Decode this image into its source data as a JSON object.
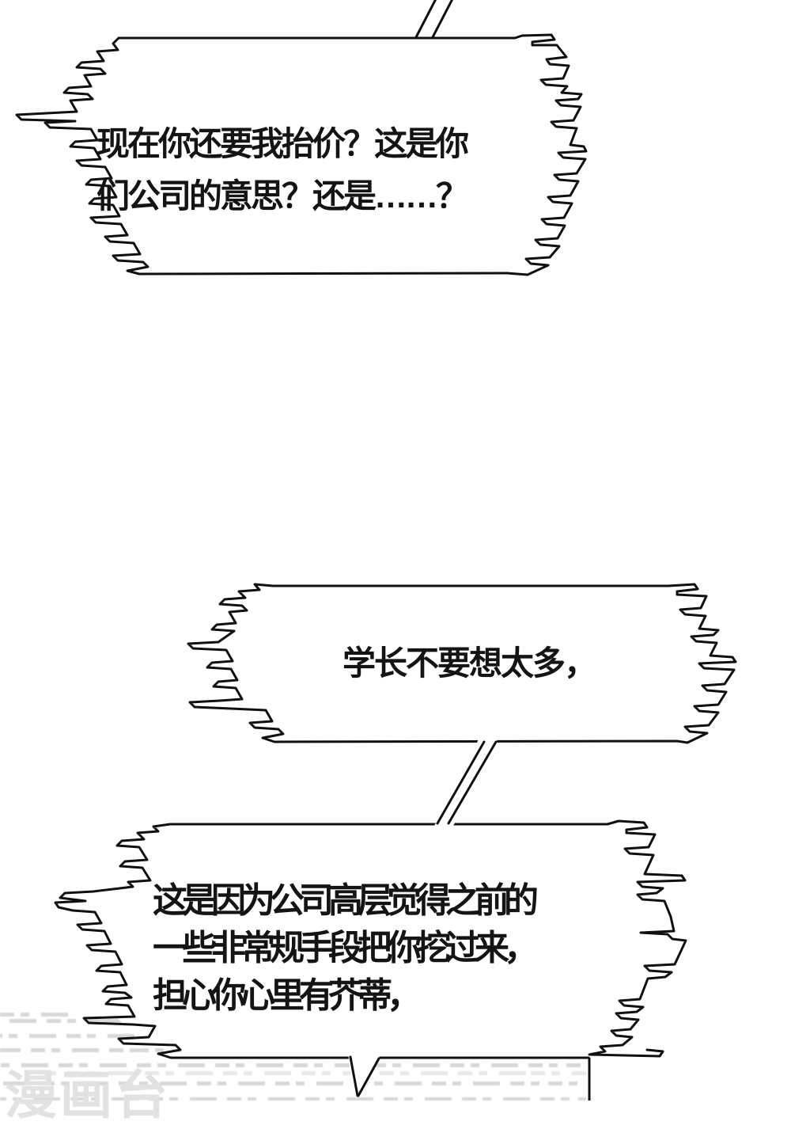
{
  "page": {
    "kind": "comic-page",
    "background_color": "#ffffff",
    "line_color": "#101010",
    "text_color": "#141414"
  },
  "bubbles": [
    {
      "name": "bubble-top",
      "lines": [
        "现在你还要我抬价？这是你",
        "们公司的意思？还是……？"
      ]
    },
    {
      "name": "bubble-middle",
      "lines": [
        "学长不要想太多，"
      ]
    },
    {
      "name": "bubble-bottom",
      "lines": [
        "这是因为公司高层觉得之前的",
        "一些非常规手段把你挖过来，",
        "担心你心里有芥蒂，"
      ]
    }
  ],
  "watermark": {
    "logo_text": "漫画台",
    "logo_color": "#e2e2e2"
  }
}
